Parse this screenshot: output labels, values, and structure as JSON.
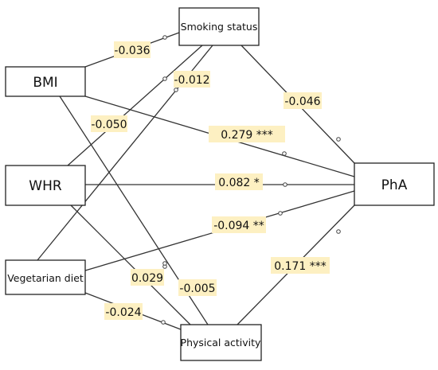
{
  "nodes": {
    "bmi": "BMI",
    "whr": "WHR",
    "vegetarian": "Vegetarian diet",
    "smoking": "Smoking status",
    "activity": "Physical activity",
    "pha": "PhA"
  },
  "paths": [
    {
      "id": "bmi-smoking",
      "label": "-0.036"
    },
    {
      "id": "whr-smoking",
      "label": "-0.050"
    },
    {
      "id": "veg-smoking",
      "label": "-0.012"
    },
    {
      "id": "smoking-pha",
      "label": "-0.046"
    },
    {
      "id": "bmi-pha",
      "label": "0.279 ***"
    },
    {
      "id": "whr-pha",
      "label": "0.082 *"
    },
    {
      "id": "veg-pha",
      "label": "-0.094 **"
    },
    {
      "id": "activity-pha",
      "label": "0.171 ***"
    },
    {
      "id": "whr-activity",
      "label": "0.029"
    },
    {
      "id": "bmi-activity",
      "label": "-0.005"
    },
    {
      "id": "veg-activity",
      "label": "-0.024"
    }
  ],
  "colors": {
    "label_bg": "#fdf0c2",
    "line": "#333333",
    "box_border": "#222222"
  }
}
